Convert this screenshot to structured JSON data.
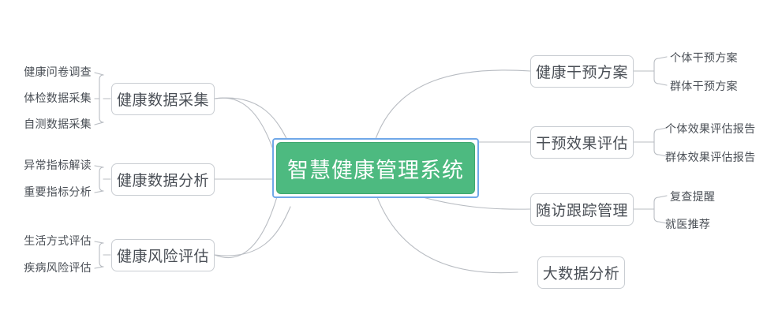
{
  "diagram": {
    "type": "mind-map",
    "title": "智慧健康管理系统",
    "colors": {
      "root_fill": "#4dba80",
      "root_text": "#ffffff",
      "selection_border": "#70a8e8",
      "node_border": "#c9cdd2",
      "node_text": "#4a4f56",
      "connector": "#b8bcc2",
      "canvas": "#ffffff"
    },
    "root": {
      "label": "智慧健康管理系统",
      "selected": true
    },
    "left_branches": [
      {
        "label": "健康数据采集",
        "children": [
          {
            "label": "健康问卷调查"
          },
          {
            "label": "体检数据采集"
          },
          {
            "label": "自测数据采集"
          }
        ]
      },
      {
        "label": "健康数据分析",
        "children": [
          {
            "label": "异常指标解读"
          },
          {
            "label": "重要指标分析"
          }
        ]
      },
      {
        "label": "健康风险评估",
        "children": [
          {
            "label": "生活方式评估"
          },
          {
            "label": "疾病风险评估"
          }
        ]
      }
    ],
    "right_branches": [
      {
        "label": "健康干预方案",
        "children": [
          {
            "label": "个体干预方案"
          },
          {
            "label": "群体干预方案"
          }
        ]
      },
      {
        "label": "干预效果评估",
        "children": [
          {
            "label": "个体效果评估报告"
          },
          {
            "label": "群体效果评估报告"
          }
        ]
      },
      {
        "label": "随访跟踪管理",
        "children": [
          {
            "label": "复查提醒"
          },
          {
            "label": "就医推荐"
          }
        ]
      },
      {
        "label": "大数据分析",
        "children": []
      }
    ]
  }
}
